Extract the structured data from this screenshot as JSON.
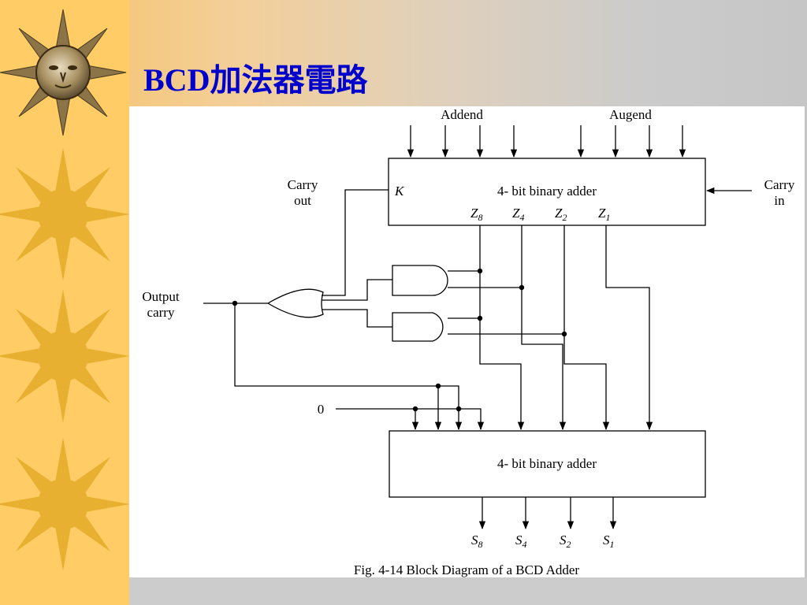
{
  "slide": {
    "title": "BCD加法器電路",
    "colors": {
      "title": "#0000cc",
      "sidebar": "#ffcc66",
      "sun": "#e8b030"
    }
  },
  "diagram": {
    "addend_label": "Addend",
    "augend_label": "Augend",
    "top_adder_label": "4- bit binary adder",
    "bottom_adder_label": "4- bit binary adder",
    "carry_out_line1": "Carry",
    "carry_out_line2": "out",
    "carry_in_line1": "Carry",
    "carry_in_line2": "in",
    "k_label": "K",
    "output_carry_line1": "Output",
    "output_carry_line2": "carry",
    "zero_label": "0",
    "z_outputs": [
      {
        "base": "Z",
        "sub": "8"
      },
      {
        "base": "Z",
        "sub": "4"
      },
      {
        "base": "Z",
        "sub": "2"
      },
      {
        "base": "Z",
        "sub": "1"
      }
    ],
    "s_outputs": [
      {
        "base": "S",
        "sub": "8"
      },
      {
        "base": "S",
        "sub": "4"
      },
      {
        "base": "S",
        "sub": "2"
      },
      {
        "base": "S",
        "sub": "1"
      }
    ],
    "caption": "Fig. 4-14  Block Diagram of a BCD Adder"
  }
}
